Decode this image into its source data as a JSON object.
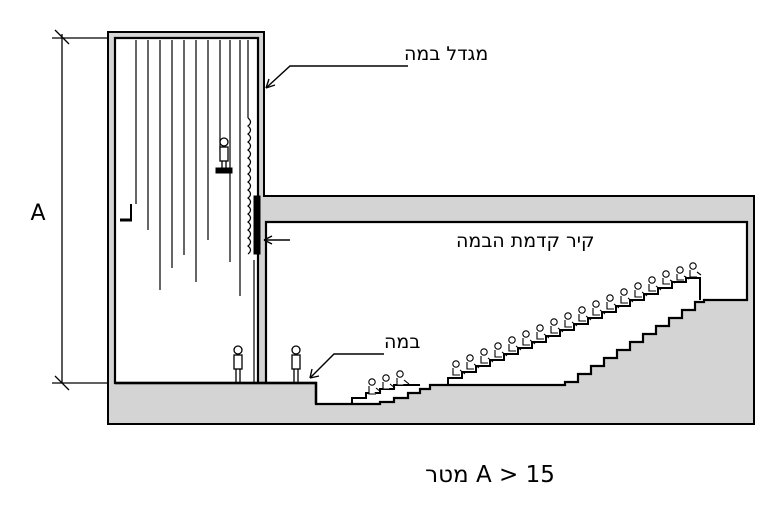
{
  "labels": {
    "stage_tower": "מגדל במה",
    "proscenium_wall": "קיר קדמת הבמה",
    "stage": "במה",
    "height_dimension": "A"
  },
  "caption": "A > 15 מטר",
  "colors": {
    "structure_fill": "#d4d4d4",
    "line": "#000000",
    "interior": "#ffffff"
  }
}
